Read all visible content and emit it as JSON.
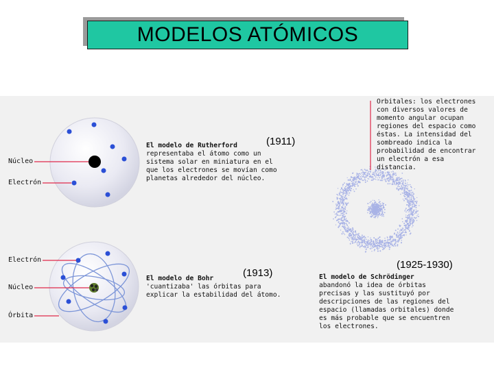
{
  "title": "MODELOS ATÓMICOS",
  "rutherford": {
    "year": "(1911)",
    "heading": "El modelo de Rutherford",
    "description": "representaba el átomo como un sistema solar en miniatura en el que los electrones se movían como planetas alrededor del núcleo.",
    "label_nucleus": "Núcleo",
    "label_electron": "Electrón"
  },
  "bohr": {
    "year": "(1913)",
    "heading": "El modelo de Bohr",
    "description": "'cuantizaba' las órbitas para explicar la estabilidad del átomo.",
    "label_electron": "Electrón",
    "label_nucleus": "Núcleo",
    "label_orbit": "Órbita"
  },
  "schrodinger": {
    "year": "(1925-1930)",
    "heading": "El modelo de Schrödinger",
    "description": "abandonó la idea de órbitas precisas y las sustituyó por descripciones de las regiones del espacio (llamadas orbitales) donde es más probable que se encuentren los electrones.",
    "orbital_note": "Orbitales: los electrones con diversos valores de momento angular ocupan regiones del espacio como éstas. La intensidad del sombreado indica la probabilidad de encontrar un electrón a esa distancia."
  },
  "colors": {
    "title_bg": "#1fc7a2",
    "pointer_line": "#e0284a",
    "electron": "#2b4fd6",
    "orbit": "#7c95d8",
    "cloud": "#a9b3e6"
  }
}
